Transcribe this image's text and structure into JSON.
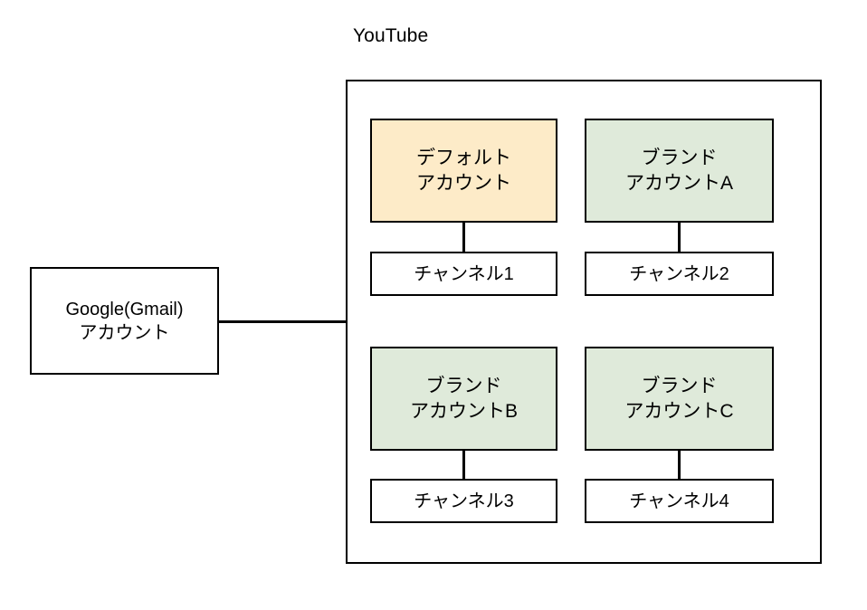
{
  "diagram": {
    "title": "YouTube",
    "container": {
      "label": "YouTube",
      "name": "youtube-boundary"
    },
    "root": {
      "label": "Google(Gmail)\nアカウント",
      "fill": "#ffffff"
    },
    "colors": {
      "default_account_fill": "#fdebc8",
      "brand_account_fill": "#dfeada",
      "channel_fill": "#ffffff",
      "stroke": "#000000",
      "background": "#ffffff"
    },
    "accounts": [
      {
        "id": "default",
        "label": "デフォルト\nアカウント",
        "type": "default-account",
        "fill": "#fdebc8",
        "channel": {
          "label": "チャンネル1"
        }
      },
      {
        "id": "brand-a",
        "label": "ブランド\nアカウントA",
        "type": "brand-account",
        "fill": "#dfeada",
        "channel": {
          "label": "チャンネル2"
        }
      },
      {
        "id": "brand-b",
        "label": "ブランド\nアカウントB",
        "type": "brand-account",
        "fill": "#dfeada",
        "channel": {
          "label": "チャンネル3"
        }
      },
      {
        "id": "brand-c",
        "label": "ブランド\nアカウントC",
        "type": "brand-account",
        "fill": "#dfeada",
        "channel": {
          "label": "チャンネル4"
        }
      }
    ]
  }
}
